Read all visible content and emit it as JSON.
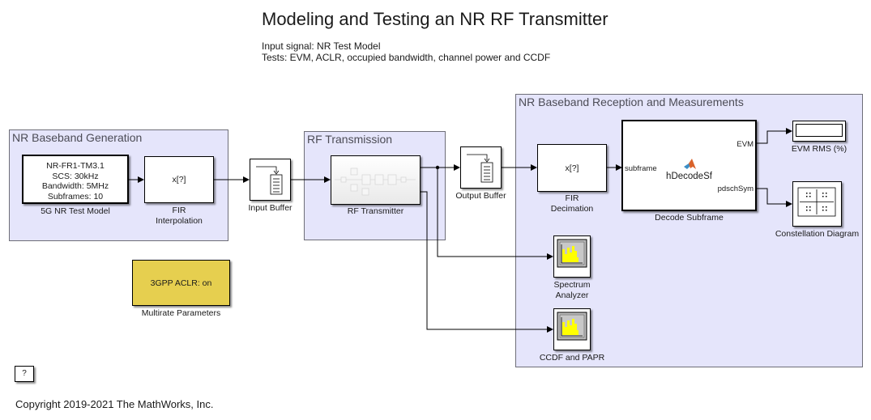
{
  "header": {
    "title": "Modeling and Testing an NR RF Transmitter",
    "description_lines": [
      "Input signal: NR Test Model",
      "Tests: EVM, ACLR, occupied bandwidth, channel power and CCDF"
    ]
  },
  "areas": {
    "generation": "NR Baseband Generation",
    "rf": "RF Transmission",
    "reception": "NR Baseband Reception and Measurements"
  },
  "blocks": {
    "test_model": {
      "lines": [
        "NR-FR1-TM3.1",
        "SCS: 30kHz",
        "Bandwidth: 5MHz",
        "Subframes: 10"
      ],
      "caption": "5G NR Test Model"
    },
    "fir_interp": {
      "content": "x[?]",
      "caption_lines": [
        "FIR",
        "Interpolation"
      ]
    },
    "input_buffer": {
      "caption": "Input Buffer"
    },
    "rf_transmitter": {
      "caption": "RF Transmitter"
    },
    "output_buffer": {
      "caption": "Output Buffer"
    },
    "fir_decim": {
      "content": "x[?]",
      "caption_lines": [
        "FIR",
        "Decimation"
      ]
    },
    "decode_subframe": {
      "function_name": "hDecodeSf",
      "input_port": "subframe",
      "output_ports": [
        "EVM",
        "pdschSym"
      ],
      "caption": "Decode Subframe"
    },
    "evm_display": {
      "caption": "EVM RMS (%)",
      "value": ""
    },
    "constellation": {
      "caption": "Constellation Diagram"
    },
    "spectrum_analyzer": {
      "caption_lines": [
        "Spectrum",
        "Analyzer"
      ]
    },
    "ccdf": {
      "caption": "CCDF and PAPR"
    },
    "multirate": {
      "content": "3GPP ACLR: on",
      "caption": "Multirate Parameters",
      "color": "#e6cf4f"
    },
    "help": {
      "content": "?"
    }
  },
  "footer": {
    "copyright": "Copyright 2019-2021 The MathWorks, Inc."
  }
}
